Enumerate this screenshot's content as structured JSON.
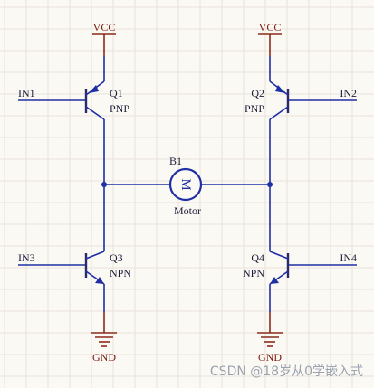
{
  "power": {
    "vcc_left": "VCC",
    "vcc_right": "VCC",
    "gnd_left": "GND",
    "gnd_right": "GND"
  },
  "inputs": {
    "in1": "IN1",
    "in2": "IN2",
    "in3": "IN3",
    "in4": "IN4"
  },
  "transistors": {
    "q1": {
      "name": "Q1",
      "type": "PNP"
    },
    "q2": {
      "name": "Q2",
      "type": "PNP"
    },
    "q3": {
      "name": "Q3",
      "type": "NPN"
    },
    "q4": {
      "name": "Q4",
      "type": "NPN"
    }
  },
  "motor": {
    "ref": "B1",
    "symbol": "M",
    "label": "Motor"
  },
  "watermark": "CSDN @18岁从0学嵌入式",
  "colors": {
    "wire": "#1f2fa3",
    "power": "#8b2a1a",
    "background": "#fbf9f4"
  }
}
